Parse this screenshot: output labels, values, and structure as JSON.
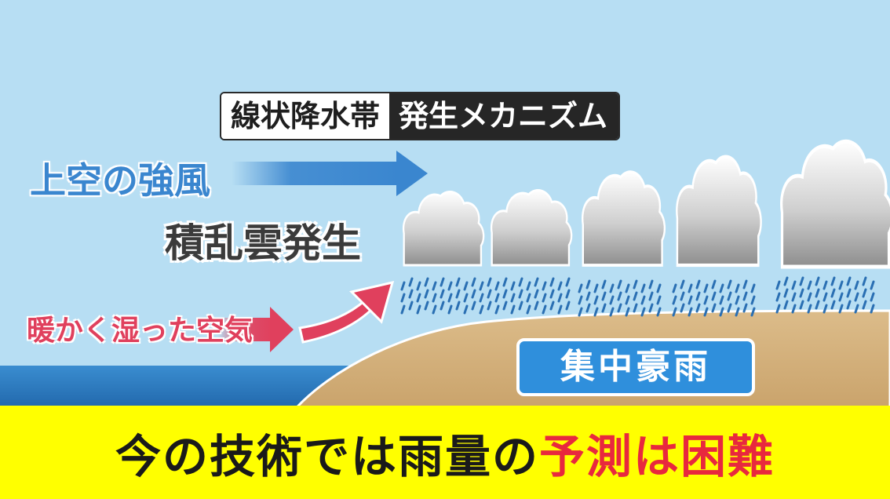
{
  "title": {
    "left": "線状降水帯",
    "right": "発生メカニズム"
  },
  "labels": {
    "upper_wind": "上空の強風",
    "cumulonimbus": "積乱雲発生",
    "warm_air": "暖かく湿った空気",
    "heavy_rain": "集中豪雨"
  },
  "banner": {
    "text_main": "今の技術では雨量の",
    "text_emphasis": "予測は困難"
  },
  "colors": {
    "sky": "#b7def3",
    "sea": "#2f7fc1",
    "land": "#d4b07c",
    "wind_arrow": "#3a86cf",
    "warm_arrow": "#e0405d",
    "rain": "#2a6fb3",
    "banner_bg": "#ffff00",
    "banner_emphasis": "#e8283e"
  },
  "icons": {
    "cloud": "cumulonimbus-cloud-icon",
    "rain": "rain-streaks-icon"
  }
}
